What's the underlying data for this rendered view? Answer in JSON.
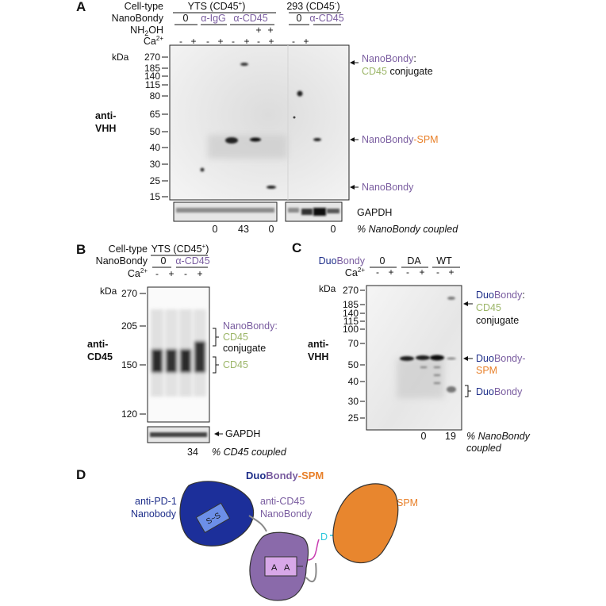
{
  "panels": {
    "A": "A",
    "B": "B",
    "C": "C",
    "D": "D"
  },
  "panelA": {
    "row_labels": {
      "cell_type": "Cell-type",
      "nanobody": "NanoBondy",
      "nh2oh": "NH",
      "nh2oh_sub": "2",
      "nh2oh_end": "OH",
      "ca": "Ca",
      "ca_sup": "2+"
    },
    "group_yts": "YTS (CD45",
    "group_yts_sup": "+",
    "group_293": "293 (CD45",
    "group_293_sup": "-",
    "group_close": ")",
    "nb_0a": "0",
    "nb_igg": "α-IgG",
    "nb_cd45a": "α-CD45",
    "nb_0b": "0",
    "nb_cd45b": "α-CD45",
    "plus1": "+",
    "plus2": "+",
    "ca_signs": [
      "-",
      "+",
      "-",
      "+",
      "-",
      "+",
      "-",
      "+",
      "-",
      "+"
    ],
    "kda": "kDa",
    "markers": [
      "270",
      "185",
      "140",
      "115",
      "80",
      "65",
      "50",
      "40",
      "30",
      "25",
      "15"
    ],
    "antibody1": "anti-",
    "antibody2": "VHH",
    "ann1a": "NanoBondy",
    "ann1a_colon": ":",
    "ann1b": "CD45",
    "ann1c": " conjugate",
    "ann2a": "NanoBondy",
    "ann2b": "-SPM",
    "ann3": "NanoBondy",
    "gapdh": "GAPDH",
    "pct": [
      "0",
      "43",
      "0",
      "0"
    ],
    "pct_label": "% NanoBondy coupled"
  },
  "panelB": {
    "cell_type": "Cell-type",
    "nanobody": "NanoBondy",
    "group": "YTS (CD45",
    "group_sup": "+",
    "group_close": ")",
    "nb_0": "0",
    "nb_cd45": "α-CD45",
    "ca": "Ca",
    "ca_sup": "2+",
    "ca_signs": [
      "-",
      "+",
      "-",
      "+"
    ],
    "kda": "kDa",
    "markers": [
      "270",
      "205",
      "150",
      "120"
    ],
    "antibody1": "anti-",
    "antibody2": "CD45",
    "ann1a": "NanoBondy:",
    "ann1b": "CD45",
    "ann1c": "conjugate",
    "ann2": "CD45",
    "gapdh": "GAPDH",
    "pct": "34",
    "pct_label": "% CD45 coupled"
  },
  "panelC": {
    "duo": "Duo",
    "bondy": "Bondy",
    "grp_0": "0",
    "grp_da": "DA",
    "grp_wt": "WT",
    "ca": "Ca",
    "ca_sup": "2+",
    "ca_signs": [
      "-",
      "+",
      "-",
      "+",
      "-",
      "+"
    ],
    "kda": "kDa",
    "markers": [
      "270",
      "185",
      "140",
      "115",
      "100",
      "70",
      "50",
      "40",
      "30",
      "25"
    ],
    "antibody1": "anti-",
    "antibody2": "VHH",
    "ann1_duo": "Duo",
    "ann1_bondy": "Bondy",
    "ann1_colon": ":",
    "ann1_cd45": "CD45",
    "ann1_conj": "conjugate",
    "ann2_duo": "Duo",
    "ann2_bondy": "Bondy-",
    "ann2_spm": "SPM",
    "ann3_duo": "Duo",
    "ann3_bondy": "Bondy",
    "pct": [
      "0",
      "19"
    ],
    "pct_label1": "% NanoBondy",
    "pct_label2": "coupled"
  },
  "panelD": {
    "title_duo": "Duo",
    "title_bondy": "Bondy",
    "title_spm": "-SPM",
    "pd1_label1": "anti-PD-1",
    "pd1_label2": "Nanobody",
    "cd45_label1": "anti-CD45",
    "cd45_label2": "NanoBondy",
    "spm_label": "SPM",
    "d_letter": "D",
    "a_left": "A",
    "a_right": "A",
    "ss": "S~S",
    "colors": {
      "pd1": "#1c2f9a",
      "cd45": "#8a6aaa",
      "spm": "#e8862e",
      "linker": "#8a8a8a",
      "isopeptide": "#c83ab0"
    }
  }
}
